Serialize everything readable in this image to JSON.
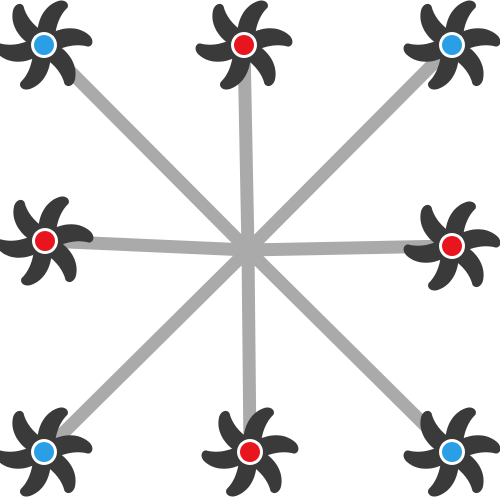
{
  "colors": {
    "background": "#ffffff",
    "spoke": "#aaaaaa",
    "blade": "#3a3a3a",
    "hub_ring": "#ffffff",
    "red": "#e8141e",
    "blue": "#2a9fe6"
  },
  "rotors": [
    {
      "id": "top-left",
      "color": "blue"
    },
    {
      "id": "top-center",
      "color": "red"
    },
    {
      "id": "top-right",
      "color": "blue"
    },
    {
      "id": "middle-left",
      "color": "red"
    },
    {
      "id": "middle-right",
      "color": "red"
    },
    {
      "id": "bottom-left",
      "color": "blue"
    },
    {
      "id": "bottom-center",
      "color": "red"
    },
    {
      "id": "bottom-right",
      "color": "blue"
    }
  ]
}
